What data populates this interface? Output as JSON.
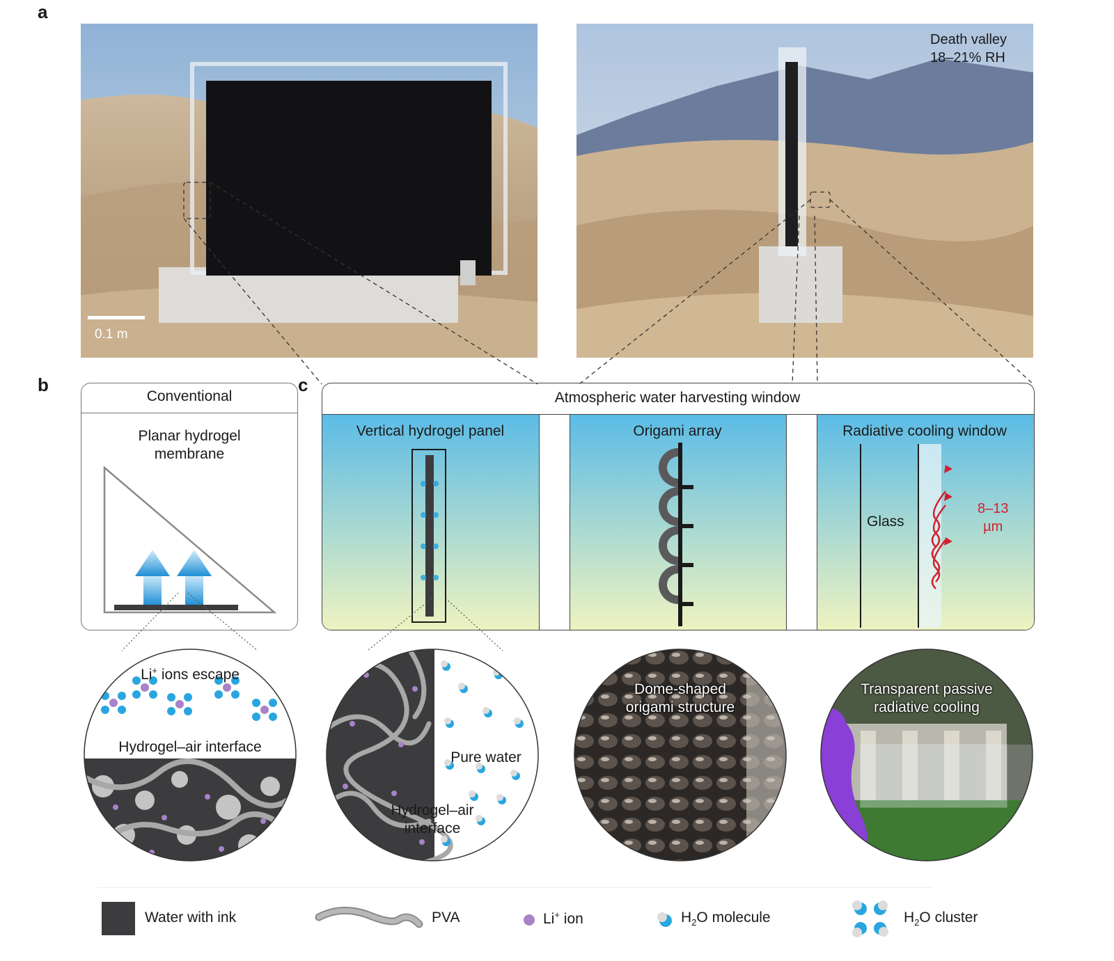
{
  "panels": {
    "a": "a",
    "b": "b",
    "c": "c"
  },
  "photo_left": {
    "scale_bar": "0.1 m"
  },
  "photo_right": {
    "location": "Death valley",
    "humidity": "18–21% RH"
  },
  "conventional": {
    "header": "Conventional",
    "title_line1": "Planar hydrogel",
    "title_line2": "membrane"
  },
  "window": {
    "header": "Atmospheric water harvesting window",
    "cols": {
      "vertical": "Vertical hydrogel panel",
      "origami": "Origami array",
      "cooling": "Radiative cooling window"
    },
    "glass": "Glass",
    "wavelength_line1": "8–13",
    "wavelength_line2": "µm"
  },
  "circles": {
    "c1_top_pre": "Li",
    "c1_top_sup": "+",
    "c1_top_post": " ions escape",
    "c1_interface": "Hydrogel–air interface",
    "c2_pure": "Pure water",
    "c2_interface_line1": "Hydrogel–air",
    "c2_interface_line2": "interface",
    "c3_line1": "Dome-shaped",
    "c3_line2": "origami structure",
    "c4_line1": "Transparent passive",
    "c4_line2": "radiative cooling"
  },
  "legend": {
    "ink": "Water with ink",
    "pva": "PVA",
    "li_pre": "Li",
    "li_sup": "+",
    "li_post": " ion",
    "h2o_pre": "H",
    "h2o_sub": "2",
    "h2o_post": "O molecule",
    "cluster_pre": "H",
    "cluster_sub": "2",
    "cluster_post": "O cluster"
  },
  "colors": {
    "sky_top": "#5bbbe6",
    "sky_bottom": "#eef3c0",
    "water_blue": "#29a6e0",
    "li_purple": "#a783c9",
    "ink_gray": "#3c3c3e",
    "pva_gray": "#a8a8a8",
    "ir_red": "#d0202c"
  }
}
